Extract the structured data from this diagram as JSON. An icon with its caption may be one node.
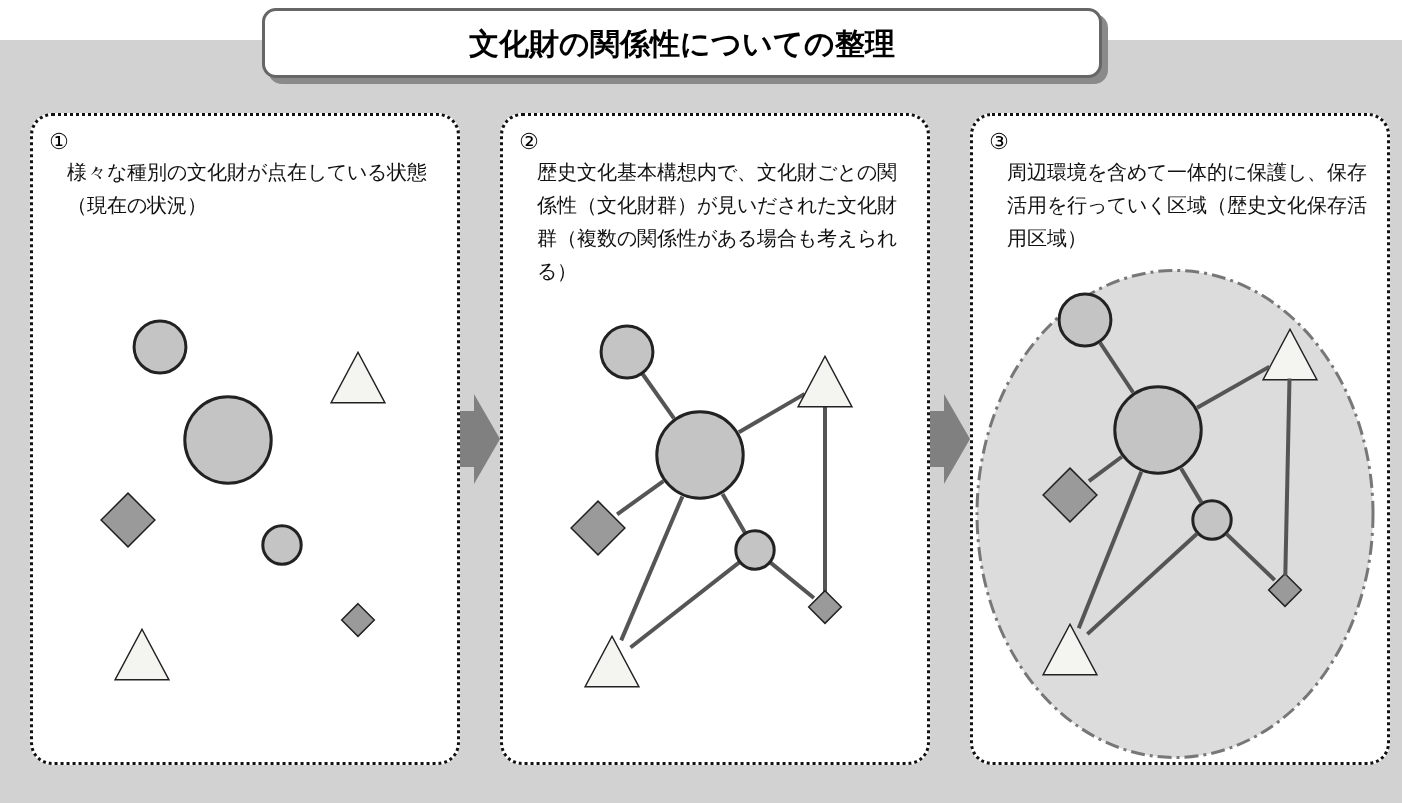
{
  "diagram": {
    "title": "文化財の関係性についての整理",
    "nodes": [
      {
        "text": [
          "①",
          "様々な種別の文化財が点在している状態（現在の状況）"
        ]
      },
      {
        "text": [],
        "shape": "circle",
        "in": 0
      },
      {
        "text": [],
        "shape": "triangle",
        "in": 0
      },
      {
        "text": [],
        "shape": "circle",
        "in": 0
      },
      {
        "text": [],
        "shape": "diamond",
        "in": 0
      },
      {
        "text": [],
        "shape": "circle",
        "in": 0
      },
      {
        "text": [],
        "shape": "diamond",
        "in": 0
      },
      {
        "text": [],
        "shape": "triangle",
        "in": 0
      },
      {
        "text": [
          "②",
          "歴史文化基本構想内で、文化財ごとの関係性（文化財群）が見いだされた文化財群（複数の関係性がある場合も考えられる）"
        ]
      },
      {
        "text": [],
        "shape": "circle",
        "in": 8
      },
      {
        "text": [],
        "shape": "triangle",
        "in": 8
      },
      {
        "text": [],
        "shape": "circle",
        "in": 8
      },
      {
        "text": [],
        "shape": "diamond",
        "in": 8
      },
      {
        "text": [],
        "shape": "circle",
        "in": 8
      },
      {
        "text": [],
        "shape": "diamond",
        "in": 8
      },
      {
        "text": [],
        "shape": "triangle",
        "in": 8
      },
      {
        "text": [
          "③",
          "周辺環境を含めて一体的に保護し、保存活用を行っていく区域（歴史文化保存活用区域）"
        ]
      },
      {
        "text": [],
        "shape": "ellipse",
        "in": 16
      },
      {
        "text": [],
        "shape": "circle",
        "in": 17
      },
      {
        "text": [],
        "shape": "triangle",
        "in": 17
      },
      {
        "text": [],
        "shape": "circle",
        "in": 17
      },
      {
        "text": [],
        "shape": "diamond",
        "in": 17
      },
      {
        "text": [],
        "shape": "circle",
        "in": 17
      },
      {
        "text": [],
        "shape": "diamond",
        "in": 17
      },
      {
        "text": [],
        "shape": "triangle",
        "in": 17
      }
    ],
    "edges": [
      {
        "from": 0,
        "to": 8,
        "arrow": "to",
        "style": "thick",
        "color": "#808080"
      },
      {
        "from": 8,
        "to": 16,
        "arrow": "to",
        "style": "thick",
        "color": "#808080"
      },
      {
        "from": 9,
        "to": 11,
        "arrow": "none"
      },
      {
        "from": 11,
        "to": 10,
        "arrow": "none"
      },
      {
        "from": 11,
        "to": 12,
        "arrow": "none"
      },
      {
        "from": 11,
        "to": 13,
        "arrow": "none"
      },
      {
        "from": 11,
        "to": 15,
        "arrow": "none"
      },
      {
        "from": 10,
        "to": 14,
        "arrow": "none"
      },
      {
        "from": 13,
        "to": 14,
        "arrow": "none"
      },
      {
        "from": 13,
        "to": 15,
        "arrow": "none"
      },
      {
        "from": 18,
        "to": 20,
        "arrow": "none"
      },
      {
        "from": 20,
        "to": 19,
        "arrow": "none"
      },
      {
        "from": 20,
        "to": 21,
        "arrow": "none"
      },
      {
        "from": 20,
        "to": 22,
        "arrow": "none"
      },
      {
        "from": 20,
        "to": 24,
        "arrow": "none"
      },
      {
        "from": 19,
        "to": 23,
        "arrow": "none"
      },
      {
        "from": 22,
        "to": 23,
        "arrow": "none"
      },
      {
        "from": 22,
        "to": 24,
        "arrow": "none"
      }
    ]
  }
}
